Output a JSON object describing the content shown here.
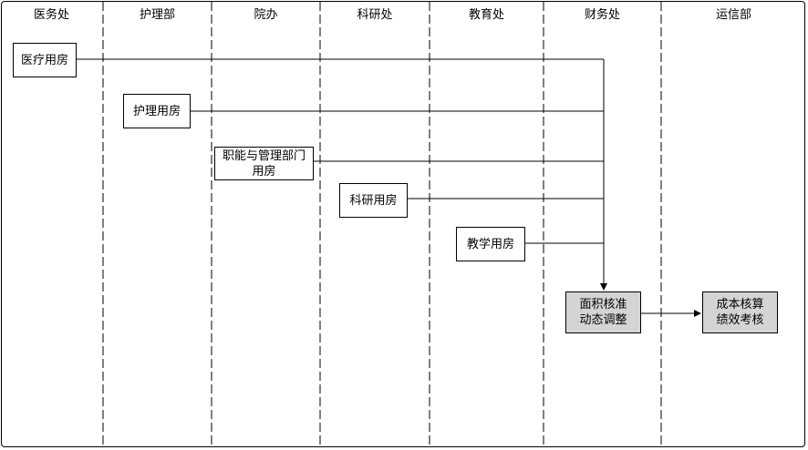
{
  "lanes": [
    "医务处",
    "护理部",
    "院办",
    "科研处",
    "教育处",
    "财务处",
    "运信部"
  ],
  "nodes": {
    "medical": "医疗用房",
    "nursing": "护理用房",
    "admin": "职能与管理部门用房",
    "research": "科研用房",
    "teaching": "教学用房",
    "adjust": "面积核准动态调整",
    "cost": "成本核算绩效考核"
  },
  "colors": {
    "line": "#000000",
    "shaded_fill": "#d4d4d4"
  }
}
